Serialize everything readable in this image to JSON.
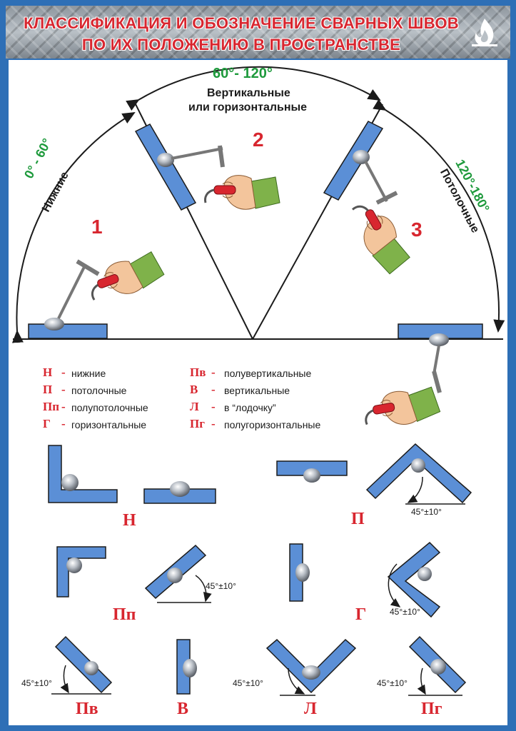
{
  "header": {
    "title_line1": "КЛАССИФИКАЦИЯ И ОБОЗНАЧЕНИЕ СВАРНЫХ ШВОВ",
    "title_line2": "ПО ИХ ПОЛОЖЕНИЮ В ПРОСТРАНСТВЕ"
  },
  "positions": [
    {
      "number": "1",
      "range": "0° - 60°",
      "name": "Нижние"
    },
    {
      "number": "2",
      "range": "60°- 120°",
      "name_line1": "Вертикальные",
      "name_line2": "или горизонтальные"
    },
    {
      "number": "3",
      "range": "120°-180°",
      "name": "Потолочные"
    }
  ],
  "legend": [
    {
      "code": "Н",
      "dash": "-",
      "text": "нижние"
    },
    {
      "code": "П",
      "dash": "-",
      "text": "потолочные"
    },
    {
      "code": "Пп",
      "dash": "-",
      "text": "полупотолочные"
    },
    {
      "code": "Г",
      "dash": "-",
      "text": "горизонтальные"
    },
    {
      "code": "Пв",
      "dash": "-",
      "text": "полувертикальные"
    },
    {
      "code": "В",
      "dash": "-",
      "text": "вертикальные"
    },
    {
      "code": "Л",
      "dash": "-",
      "text": "в “лодочку”"
    },
    {
      "code": "Пг",
      "dash": "-",
      "text": "полугоризонтальные"
    }
  ],
  "joint_codes": {
    "n": "Н",
    "p": "П",
    "pp": "Пп",
    "g": "Г",
    "pv": "Пв",
    "v": "В",
    "l": "Л",
    "pg": "Пг"
  },
  "angle_label": "45°±10°",
  "colors": {
    "frame_blue": "#2e6fb6",
    "plate_blue": "#5b8fd6",
    "accent_red": "#d8262f",
    "range_green": "#1e9a3c",
    "sleeve_green": "#7fb24a",
    "skin": "#f3c59c"
  },
  "icons": [
    "flame-logo-icon",
    "welding-hand-icon",
    "weld-bead-icon",
    "angle-arc-icon"
  ]
}
